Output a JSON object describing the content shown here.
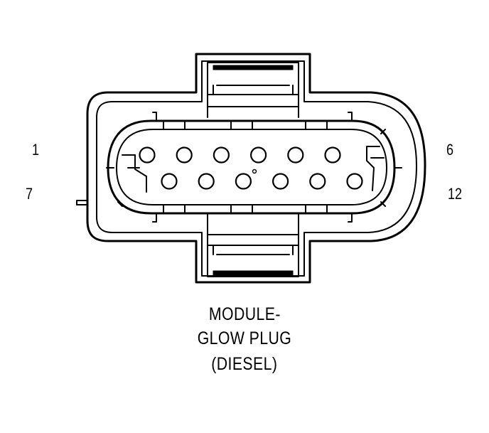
{
  "pin_labels": {
    "top_left": "1",
    "bottom_left": "7",
    "top_right": "6",
    "bottom_right": "12"
  },
  "caption": {
    "line1": "MODULE-",
    "line2": "GLOW PLUG",
    "line3": "(DIESEL)"
  },
  "colors": {
    "line": "#000000",
    "background": "#ffffff"
  },
  "pins": {
    "top_row_count": 6,
    "bottom_row_count": 6
  }
}
